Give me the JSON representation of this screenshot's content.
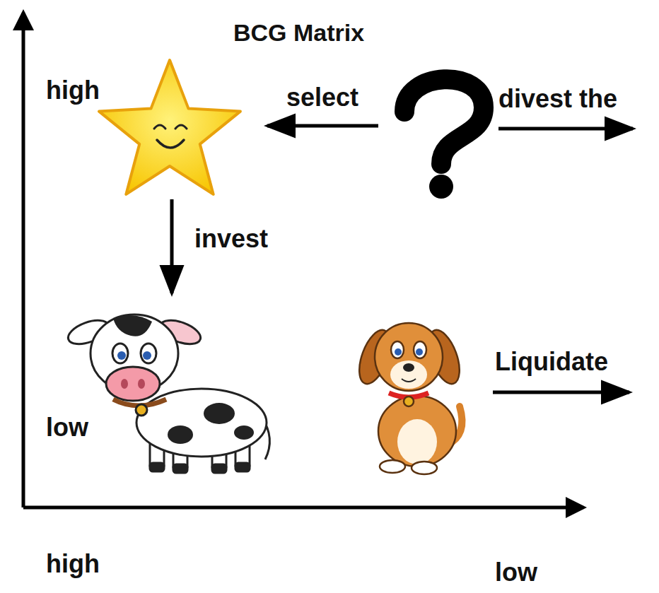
{
  "diagram": {
    "title": "BCG Matrix",
    "labels": [
      "high",
      "select",
      "divest the",
      "invest",
      "low",
      "Liquidate",
      "high",
      "low"
    ]
  }
}
